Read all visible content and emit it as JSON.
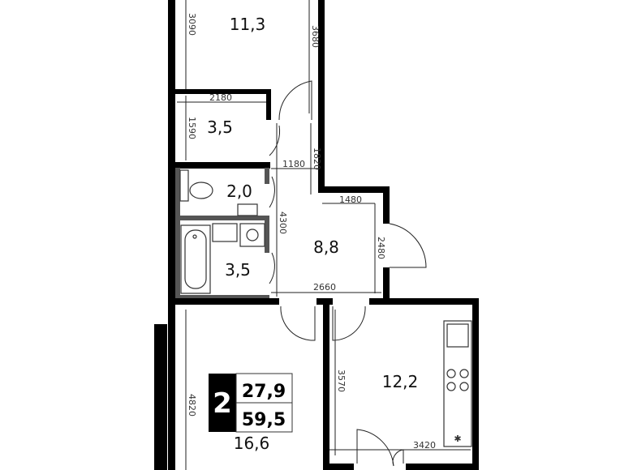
{
  "rooms": [
    {
      "name": "room-top",
      "area": "11,3"
    },
    {
      "name": "storage",
      "area": "3,5"
    },
    {
      "name": "toilet",
      "area": "2,0"
    },
    {
      "name": "bathroom",
      "area": "3,5"
    },
    {
      "name": "hallway",
      "area": "8,8"
    },
    {
      "name": "room-bottom",
      "area": "16,6"
    },
    {
      "name": "kitchen",
      "area": "12,2"
    }
  ],
  "dimensions": [
    "3090",
    "3680",
    "2180",
    "1590",
    "1820",
    "1180",
    "1480",
    "4300",
    "2480",
    "2660",
    "4820",
    "3570",
    "3420"
  ],
  "summary": {
    "rooms_count": "2",
    "living_area": "27,9",
    "total_area": "59,5"
  },
  "colors": {
    "wall": "#000000",
    "wet_wall": "#555555",
    "badge": "#000000"
  }
}
